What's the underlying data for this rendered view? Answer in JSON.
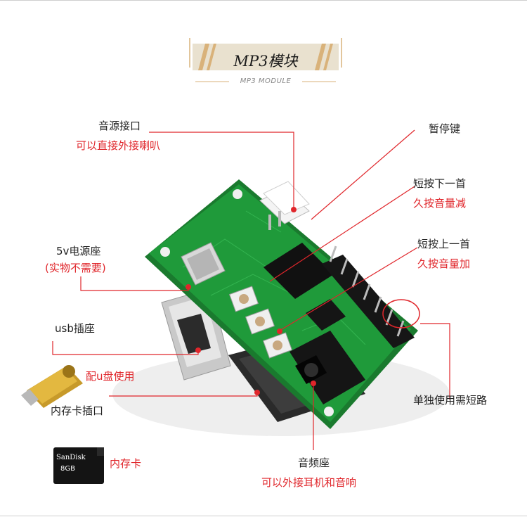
{
  "banner": {
    "title": "MP3模块",
    "subtitle": "MP3 MODULE"
  },
  "labels": {
    "audio_source_port": "音源接口",
    "audio_source_note": "可以直接外接喇叭",
    "pause_key": "暂停键",
    "next_track": "短按下一首",
    "volume_down": "久按音量减",
    "prev_track": "短按上一首",
    "volume_up": "久按音量加",
    "power_socket": "5v电源座",
    "power_socket_note": "(实物不需要)",
    "usb_socket": "usb插座",
    "usb_note": "配u盘使用",
    "memory_card_slot": "内存卡插口",
    "standalone_note": "单独使用需短路",
    "memory_card": "内存卡",
    "audio_jack": "音频座",
    "audio_jack_note": "可以外接耳机和音响"
  },
  "sd_card": {
    "brand": "SanDisk",
    "capacity": "8GB"
  },
  "colors": {
    "callout_line": "#e0262b",
    "red_text": "#e0262b",
    "pcb_green": "#1f9a3a",
    "banner_bg": "#e9e1cf",
    "banner_stripe": "#d9b27a"
  }
}
